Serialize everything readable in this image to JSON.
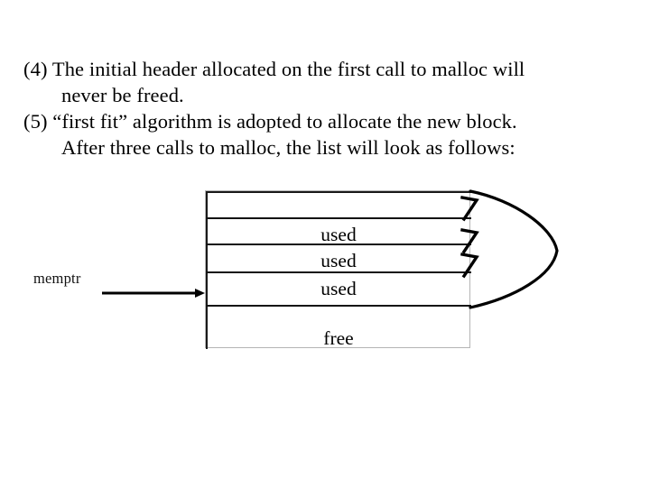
{
  "slide": {
    "background_color": "#ffffff",
    "text_color": "#000000",
    "bullets": [
      {
        "text": "(4) The initial header allocated on the first call to malloc will",
        "indented": false
      },
      {
        "text": "never be freed.",
        "indented": true
      },
      {
        "text": "(5) “first fit” algorithm is adopted to allocate the new block.",
        "indented": false
      },
      {
        "text": "After three calls to malloc, the list will look as follows:",
        "indented": true
      }
    ]
  },
  "diagram": {
    "name": "free-list-block-diagram",
    "pointer_label": "memptr",
    "box_border_color": "#b5b5b5",
    "rule_color": "#111111",
    "blocks": [
      {
        "label": "",
        "kind": "header"
      },
      {
        "label": "used",
        "kind": "used"
      },
      {
        "label": "used",
        "kind": "used"
      },
      {
        "label": "used",
        "kind": "used"
      },
      {
        "label": "free",
        "kind": "free"
      }
    ],
    "brace": {
      "name": "right-brace",
      "spans_blocks": 4,
      "color": "#000000"
    },
    "hooks": [
      {
        "name": "pointer-hook-1"
      },
      {
        "name": "pointer-hook-2"
      },
      {
        "name": "pointer-hook-3"
      }
    ]
  }
}
